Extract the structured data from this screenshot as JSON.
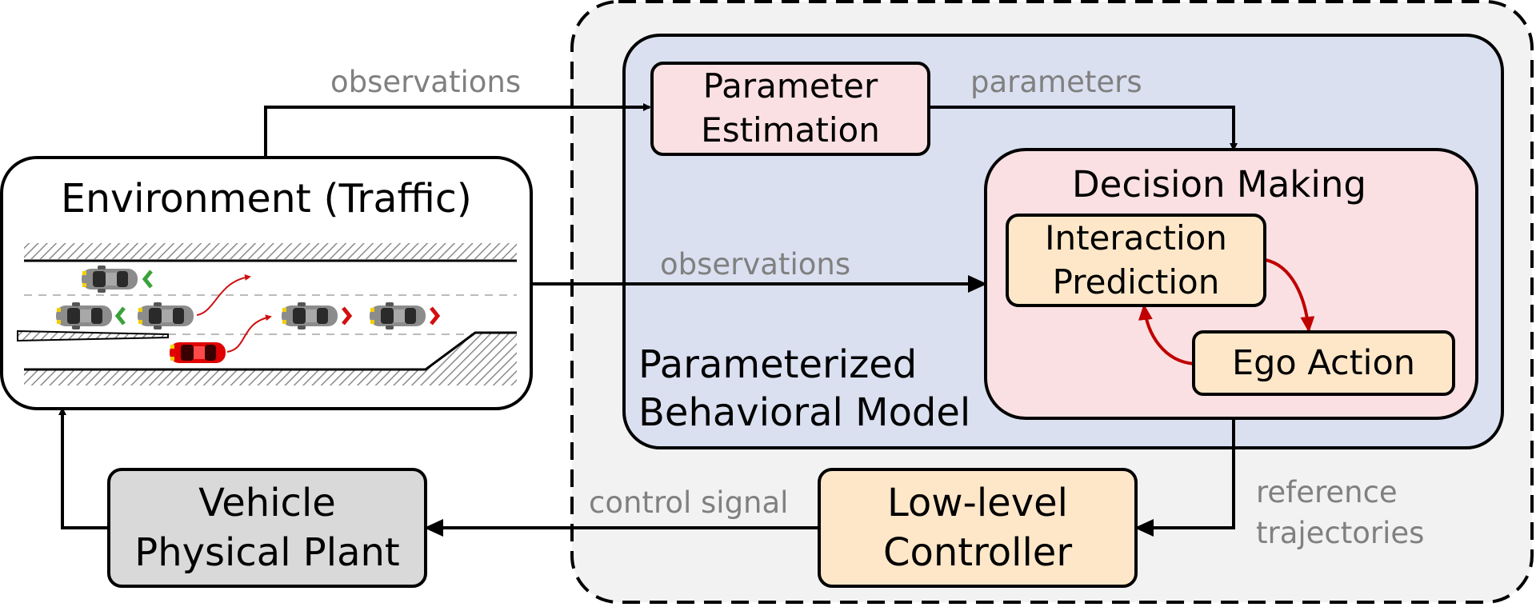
{
  "nodes": {
    "environment": {
      "title": "Environment (Traffic)"
    },
    "parameter_estimation": {
      "lines": [
        "Parameter",
        "Estimation"
      ]
    },
    "decision_making": {
      "title": "Decision Making"
    },
    "interaction_prediction": {
      "lines": [
        "Interaction",
        "Prediction"
      ]
    },
    "ego_action": {
      "title": "Ego Action"
    },
    "behavioral_model": {
      "lines": [
        "Parameterized",
        "Behavioral Model"
      ]
    },
    "low_level_controller": {
      "lines": [
        "Low-level",
        "Controller"
      ]
    },
    "vehicle_plant": {
      "lines": [
        "Vehicle",
        "Physical Plant"
      ]
    }
  },
  "edges": {
    "obs_top": "observations",
    "obs_mid": "observations",
    "parameters": "parameters",
    "control_signal": "control signal",
    "reference_trajectories": [
      "reference",
      "trajectories"
    ]
  },
  "colors": {
    "outer_region": "#f2f2f2",
    "behavioral_model_fill": "#dae0f0",
    "pink_fill": "#fbe0e3",
    "orange_fill": "#fde7c8",
    "grey_fill": "#d9d9d9",
    "arrow_red": "#c00000",
    "car_grey": "#7f7f7f",
    "car_red": "#e00000",
    "chevron_green": "#3aa23a",
    "chevron_red": "#d01010"
  }
}
